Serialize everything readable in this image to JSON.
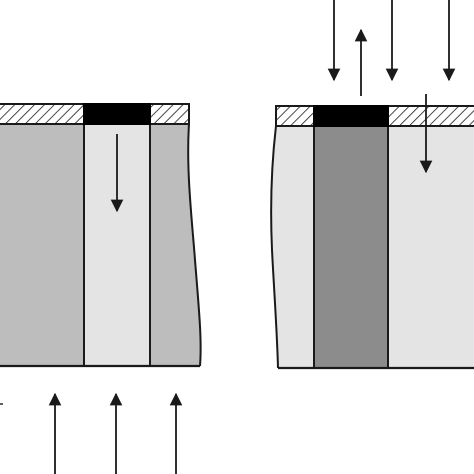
{
  "diagram": {
    "colors": {
      "background": "#ffffff",
      "stroke": "#1a1a1a",
      "light_fill": "#e4e4e4",
      "medium_fill": "#bdbdbd",
      "dark_fill": "#8c8c8c",
      "mask": "#000000"
    },
    "left_panel": {
      "columns": [
        "medium",
        "light",
        "medium"
      ],
      "arrows": [
        "up",
        "up",
        "up",
        "down"
      ]
    },
    "right_panel": {
      "columns": [
        "light",
        "dark",
        "light"
      ],
      "arrows": [
        "down",
        "up",
        "down",
        "down",
        "down"
      ]
    }
  }
}
